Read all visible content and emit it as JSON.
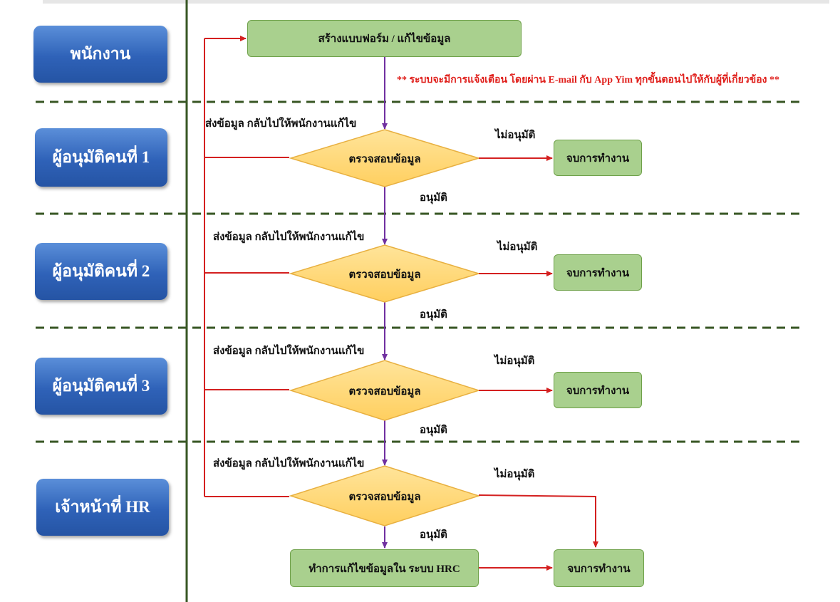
{
  "roles": [
    {
      "label": "พนักงาน"
    },
    {
      "label": "ผู้อนุมัติคนที่ 1"
    },
    {
      "label": "ผู้อนุมัติคนที่ 2"
    },
    {
      "label": "ผู้อนุมัติคนที่ 3"
    },
    {
      "label": "เจ้าหน้าที่ HR"
    }
  ],
  "start_box": "สร้างแบบฟอร์ม / แก้ไขข้อมูล",
  "notice": "** ระบบจะมีการแจ้งเตือน โดยผ่าน E-mail กับ App Yim ทุกขั้นตอนไปให้กับผู้ที่เกี่ยวข้อง **",
  "stages": [
    {
      "decision": "ตรวจสอบข้อมูล",
      "return_label": "ส่งข้อมูล กลับไปให้พนักงานแก้ไข",
      "reject_label": "ไม่อนุมัติ",
      "approve_label": "อนุมัติ",
      "end_box": "จบการทำงาน"
    },
    {
      "decision": "ตรวจสอบข้อมูล",
      "return_label": "ส่งข้อมูล กลับไปให้พนักงานแก้ไข",
      "reject_label": "ไม่อนุมัติ",
      "approve_label": "อนุมัติ",
      "end_box": "จบการทำงาน"
    },
    {
      "decision": "ตรวจสอบข้อมูล",
      "return_label": "ส่งข้อมูล กลับไปให้พนักงานแก้ไข",
      "reject_label": "ไม่อนุมัติ",
      "approve_label": "อนุมัติ",
      "end_box": "จบการทำงาน"
    },
    {
      "decision": "ตรวจสอบข้อมูล",
      "return_label": "ส่งข้อมูล กลับไปให้พนักงานแก้ไข",
      "reject_label": "ไม่อนุมัติ",
      "approve_label": "อนุมัติ"
    }
  ],
  "hr_action_box": "ทำการแก้ไขข้อมูลใน ระบบ HRC",
  "final_end_box": "จบการทำงาน",
  "colors": {
    "role_fill": "#2f62b8",
    "process_fill": "#a9d08e",
    "decision_fill": "#ffd878",
    "flow_line": "#7030a0",
    "return_line": "#d42020",
    "lane_divider": "#375623",
    "notice_text": "#e0201c"
  }
}
